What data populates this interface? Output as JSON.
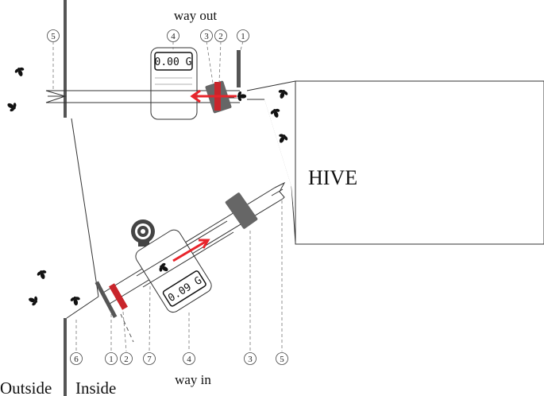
{
  "labels": {
    "way_out": "way out",
    "way_in": "way in",
    "hive": "HIVE",
    "outside": "Outside",
    "inside": "Inside"
  },
  "scales": {
    "way_out_reading": "0.00 G",
    "way_in_reading": "0.09 G"
  },
  "callouts": {
    "top": [
      "5",
      "4",
      "3",
      "2",
      "1"
    ],
    "bottom": [
      "6",
      "1",
      "2",
      "7",
      "4",
      "3",
      "5"
    ]
  },
  "colors": {
    "arrow": "#e8242b",
    "gate": "#c9252b",
    "block": "#5a5a5a",
    "camera": "#444444",
    "bee": "#111111",
    "line": "#333333"
  },
  "icons": {
    "bee": "bee-icon",
    "camera": "camera-icon",
    "scale": "scale-icon"
  }
}
